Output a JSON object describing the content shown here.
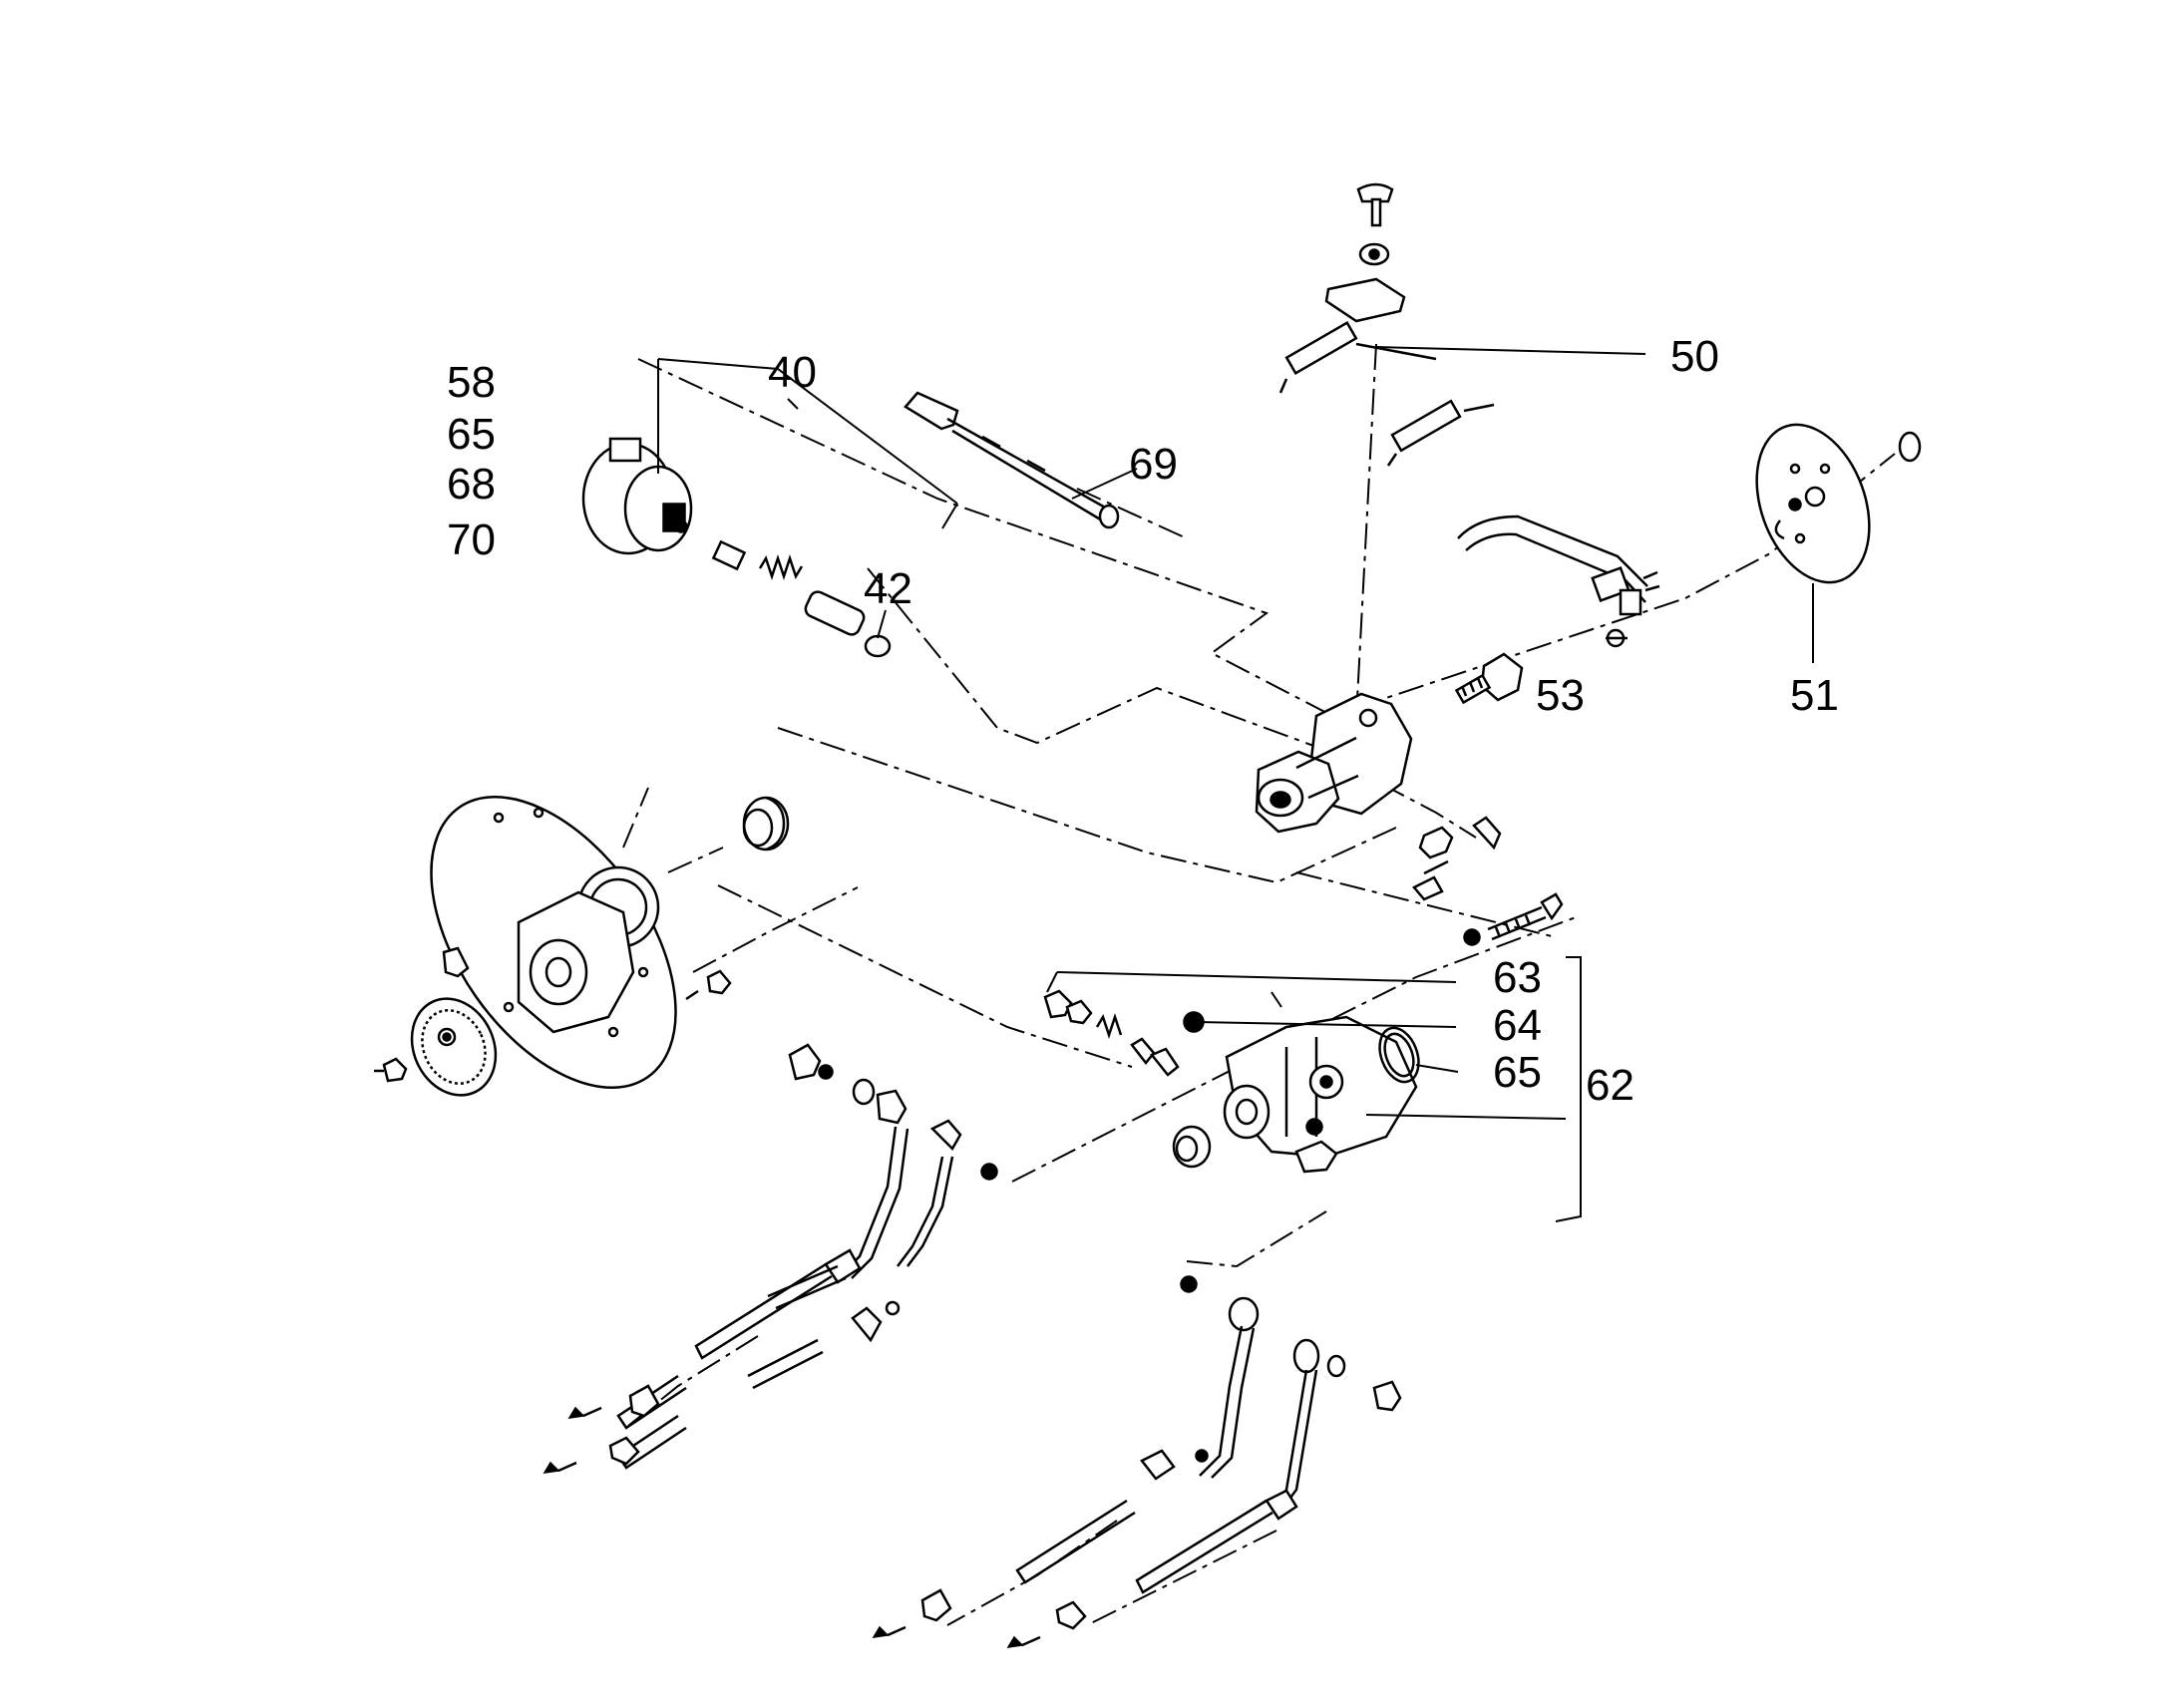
{
  "diagram": {
    "callouts": {
      "c58": "58",
      "c65a": "65",
      "c68": "68",
      "c70": "70",
      "c40": "40",
      "c69": "69",
      "c42": "42",
      "c50": "50",
      "c53": "53",
      "c51": "51",
      "c63": "63",
      "c64": "64",
      "c65b": "65",
      "c62": "62"
    },
    "colors": {
      "line": "#000000",
      "background": "#ffffff"
    }
  }
}
